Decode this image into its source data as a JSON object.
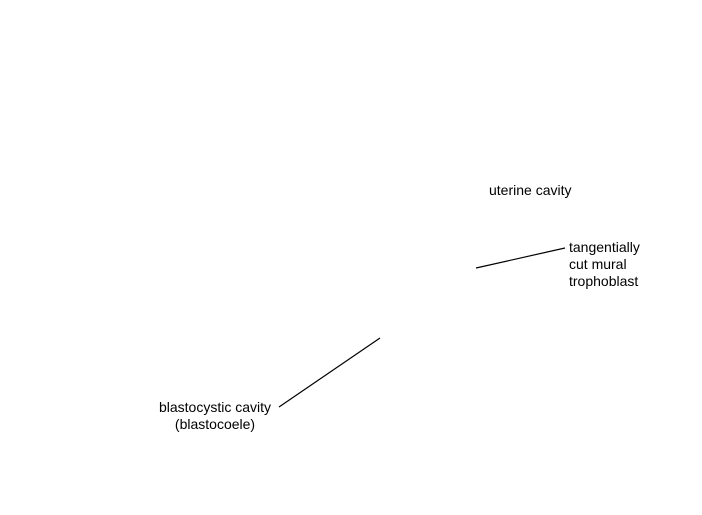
{
  "labels": {
    "uterine_cavity": "uterine cavity",
    "mural_trophoblast": {
      "line1": "tangentially",
      "line2": "cut mural",
      "line3": "trophoblast"
    },
    "blastocystic_cavity": {
      "line1": "blastocystic cavity",
      "line2": "(blastocoele)"
    }
  },
  "colors": {
    "background": "#ffffff",
    "text": "#000000",
    "leader_line": "#000000"
  }
}
